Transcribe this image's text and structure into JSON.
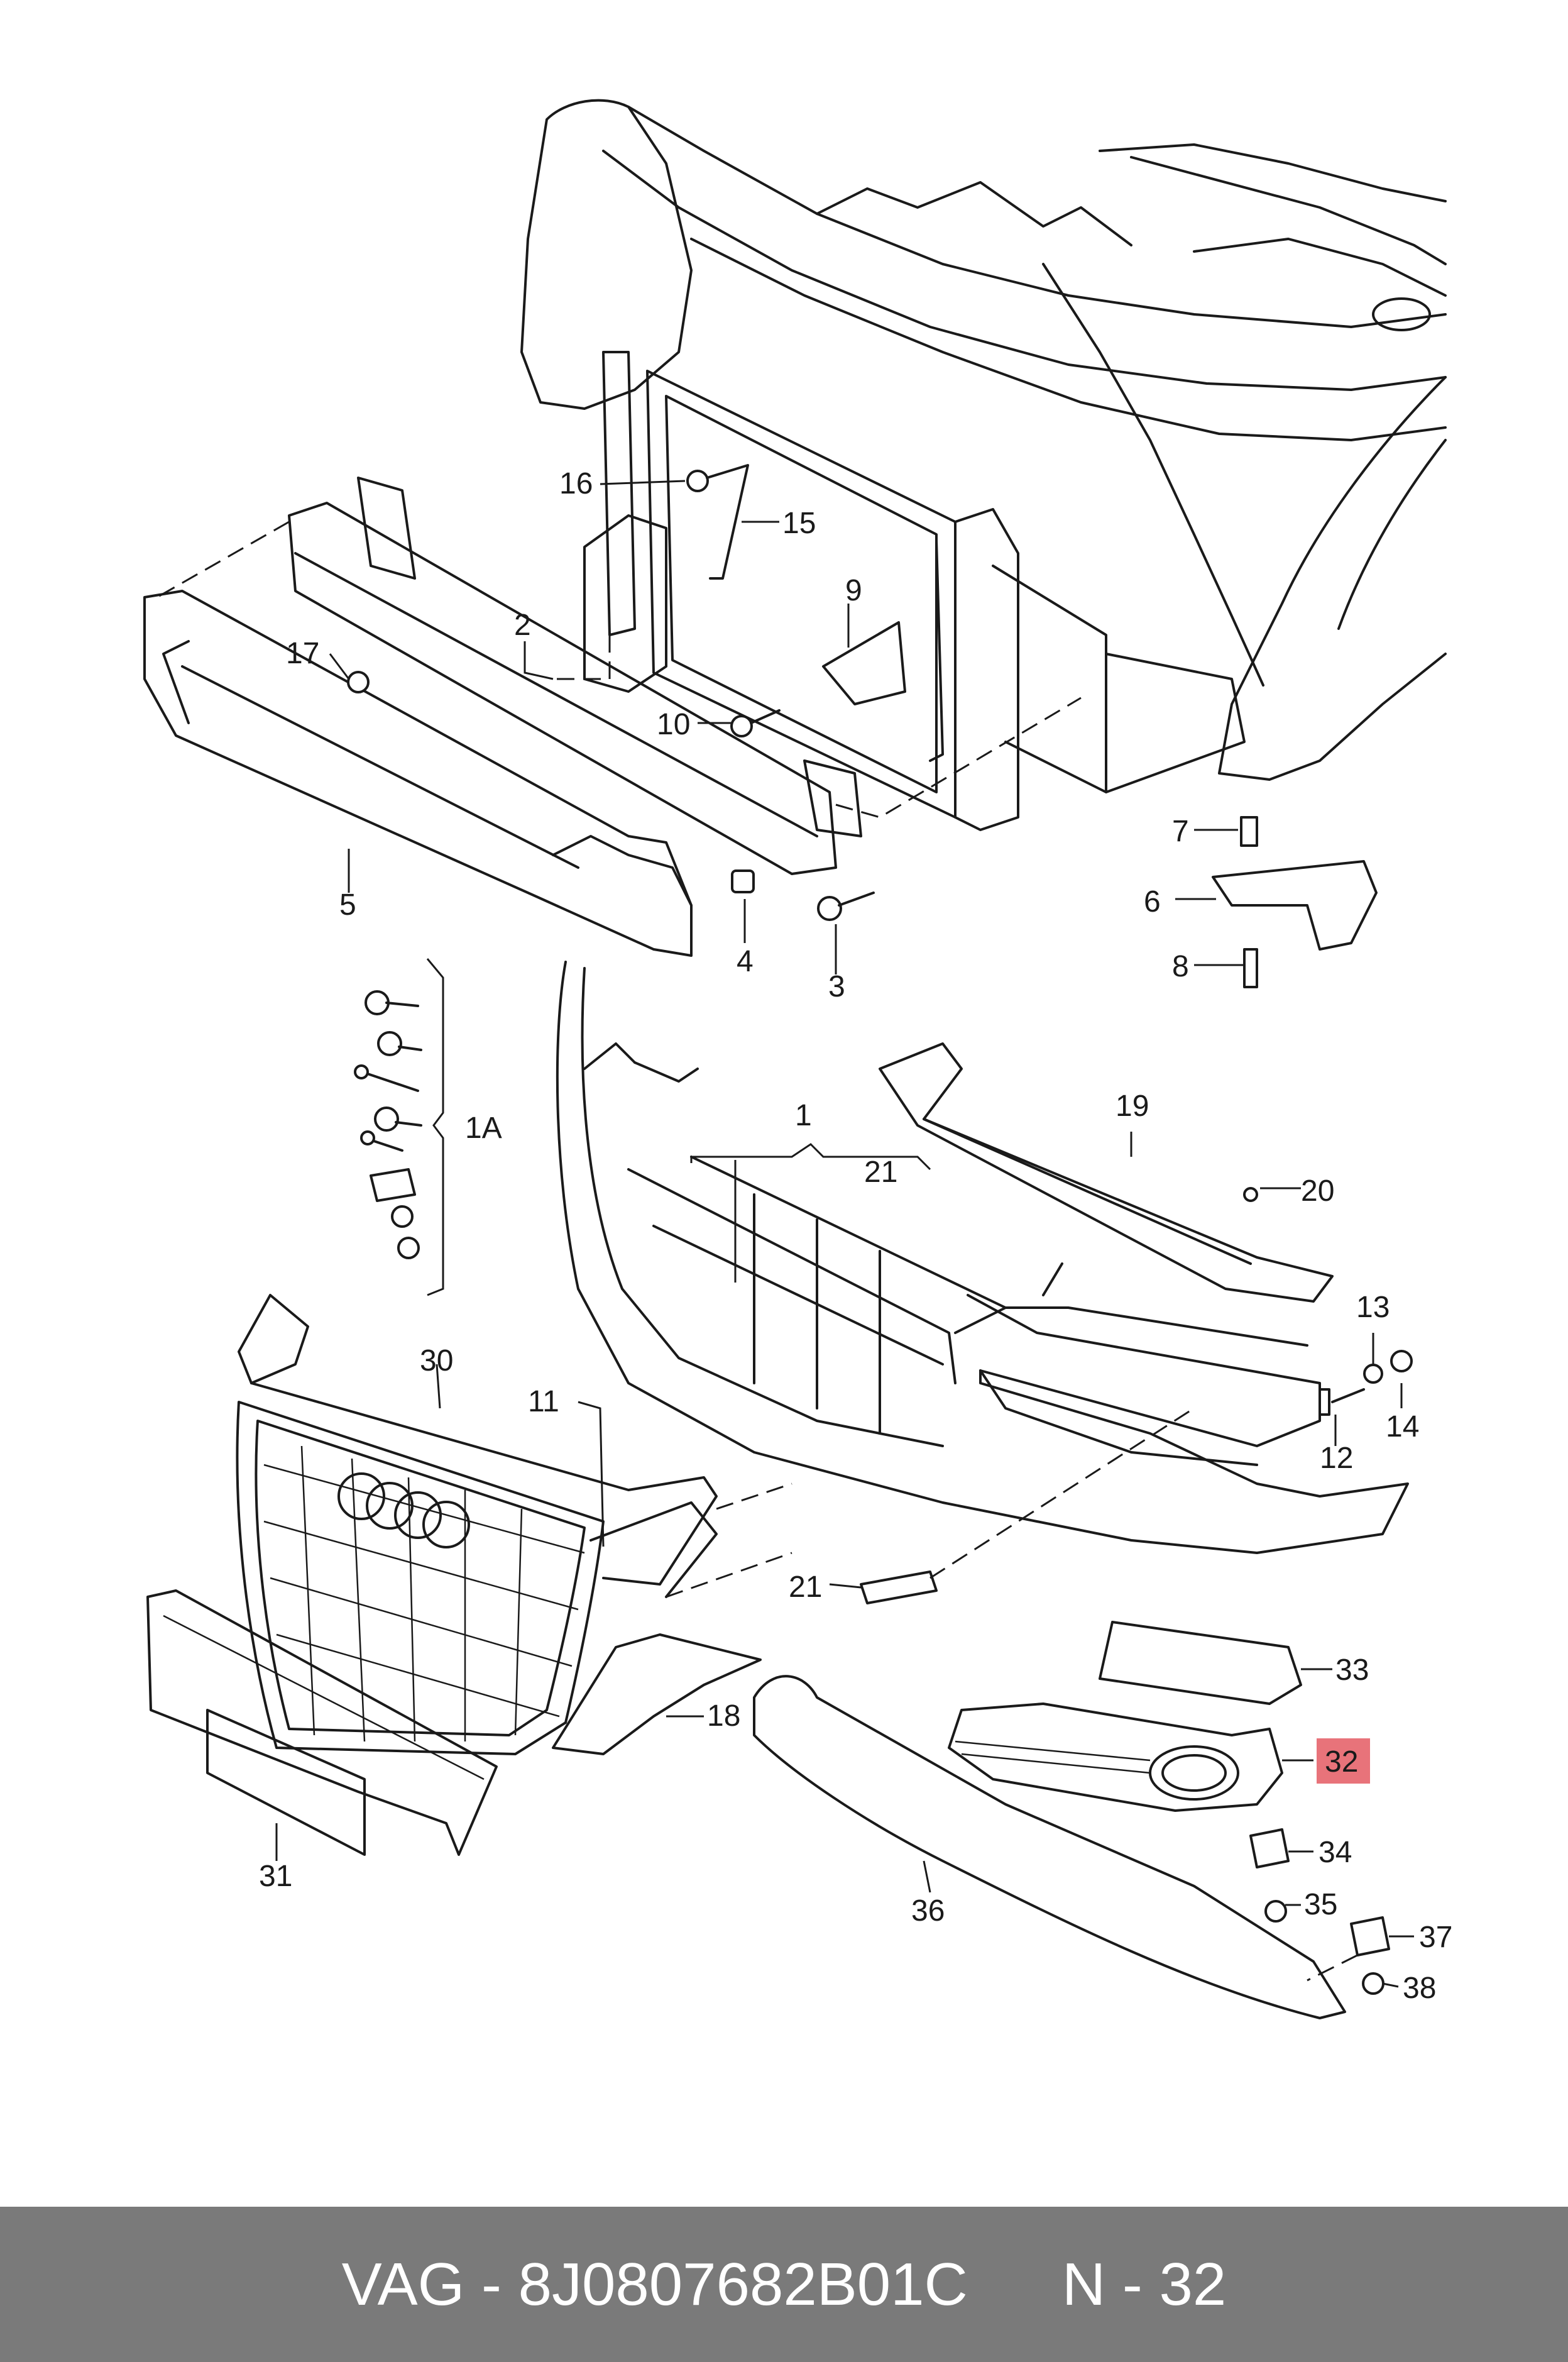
{
  "footer": {
    "part_number": "VAG - 8J0807682B01C",
    "position": "N - 32"
  },
  "highlight_color": "#e8737a",
  "callouts": {
    "c1": "1",
    "c1A": "1A",
    "c2": "2",
    "c3": "3",
    "c4": "4",
    "c5": "5",
    "c6": "6",
    "c7": "7",
    "c8": "8",
    "c9": "9",
    "c10": "10",
    "c11": "11",
    "c12": "12",
    "c13": "13",
    "c14": "14",
    "c15": "15",
    "c16": "16",
    "c17": "17",
    "c18": "18",
    "c19": "19",
    "c20": "20",
    "c21a": "21",
    "c21b": "21",
    "c30": "30",
    "c31": "31",
    "c32": "32",
    "c33": "33",
    "c34": "34",
    "c35": "35",
    "c36": "36",
    "c37": "37",
    "c38": "38"
  }
}
